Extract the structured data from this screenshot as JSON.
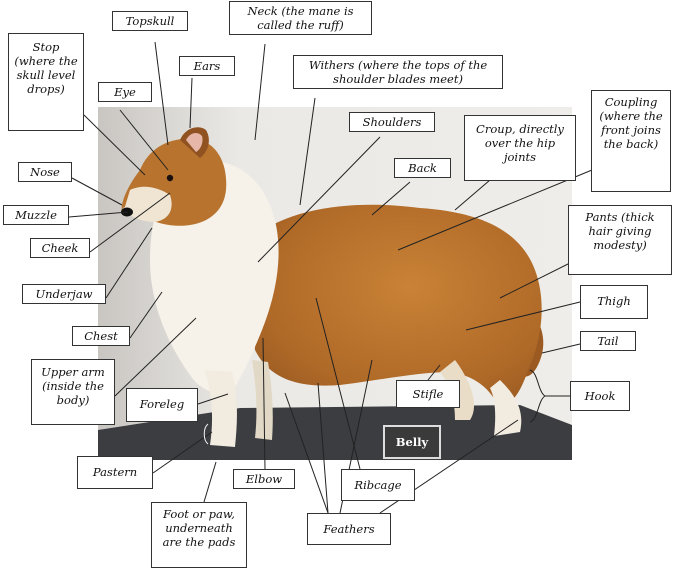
{
  "labels": {
    "topskull": "Topskull",
    "neck": "Neck (the mane is called the ruff)",
    "stop": "Stop (where the skull level drops)",
    "ears": "Ears",
    "withers": "Withers (where the tops of the shoulder blades meet)",
    "eye": "Eye",
    "shoulders": "Shoulders",
    "croup": "Croup, directly over the hip joints",
    "coupling": "Coupling (where the front joins the back)",
    "back": "Back",
    "nose": "Nose",
    "muzzle": "Muzzle",
    "pants": "Pants (thick hair giving modesty)",
    "cheek": "Cheek",
    "underjaw": "Underjaw",
    "thigh": "Thigh",
    "chest": "Chest",
    "tail": "Tail",
    "upper_arm": "Upper arm (inside the body)",
    "stifle": "Stifle",
    "hook": "Hook",
    "foreleg": "Foreleg",
    "belly": "Belly",
    "pastern": "Pastern",
    "elbow": "Elbow",
    "ribcage": "Ribcage",
    "foot": "Foot or paw, underneath are the pads",
    "feathers": "Feathers"
  },
  "colors": {
    "backdrop": "#e9e7e3",
    "table": "#3b3d41",
    "sable": "#b9732f",
    "white_coat": "#f6f2ea",
    "line": "#222222"
  }
}
